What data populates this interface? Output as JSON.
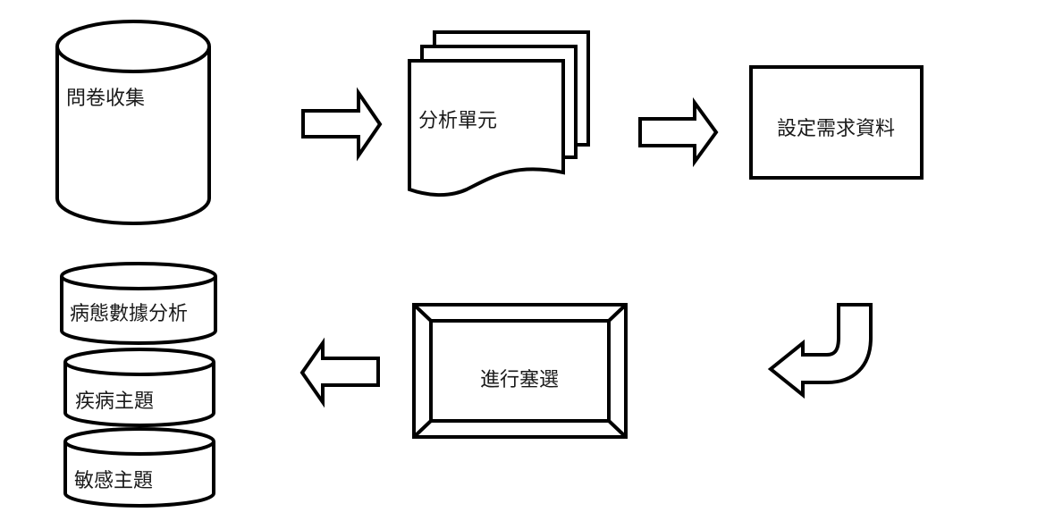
{
  "nodes": {
    "questionnaire": "問卷收集",
    "analysis_unit": "分析單元",
    "set_requirements": "設定需求資料",
    "screening": "進行塞選",
    "pathology_analysis": "病態數據分析",
    "disease_topic": "疾病主題",
    "sensitive_topic": "敏感主題"
  }
}
